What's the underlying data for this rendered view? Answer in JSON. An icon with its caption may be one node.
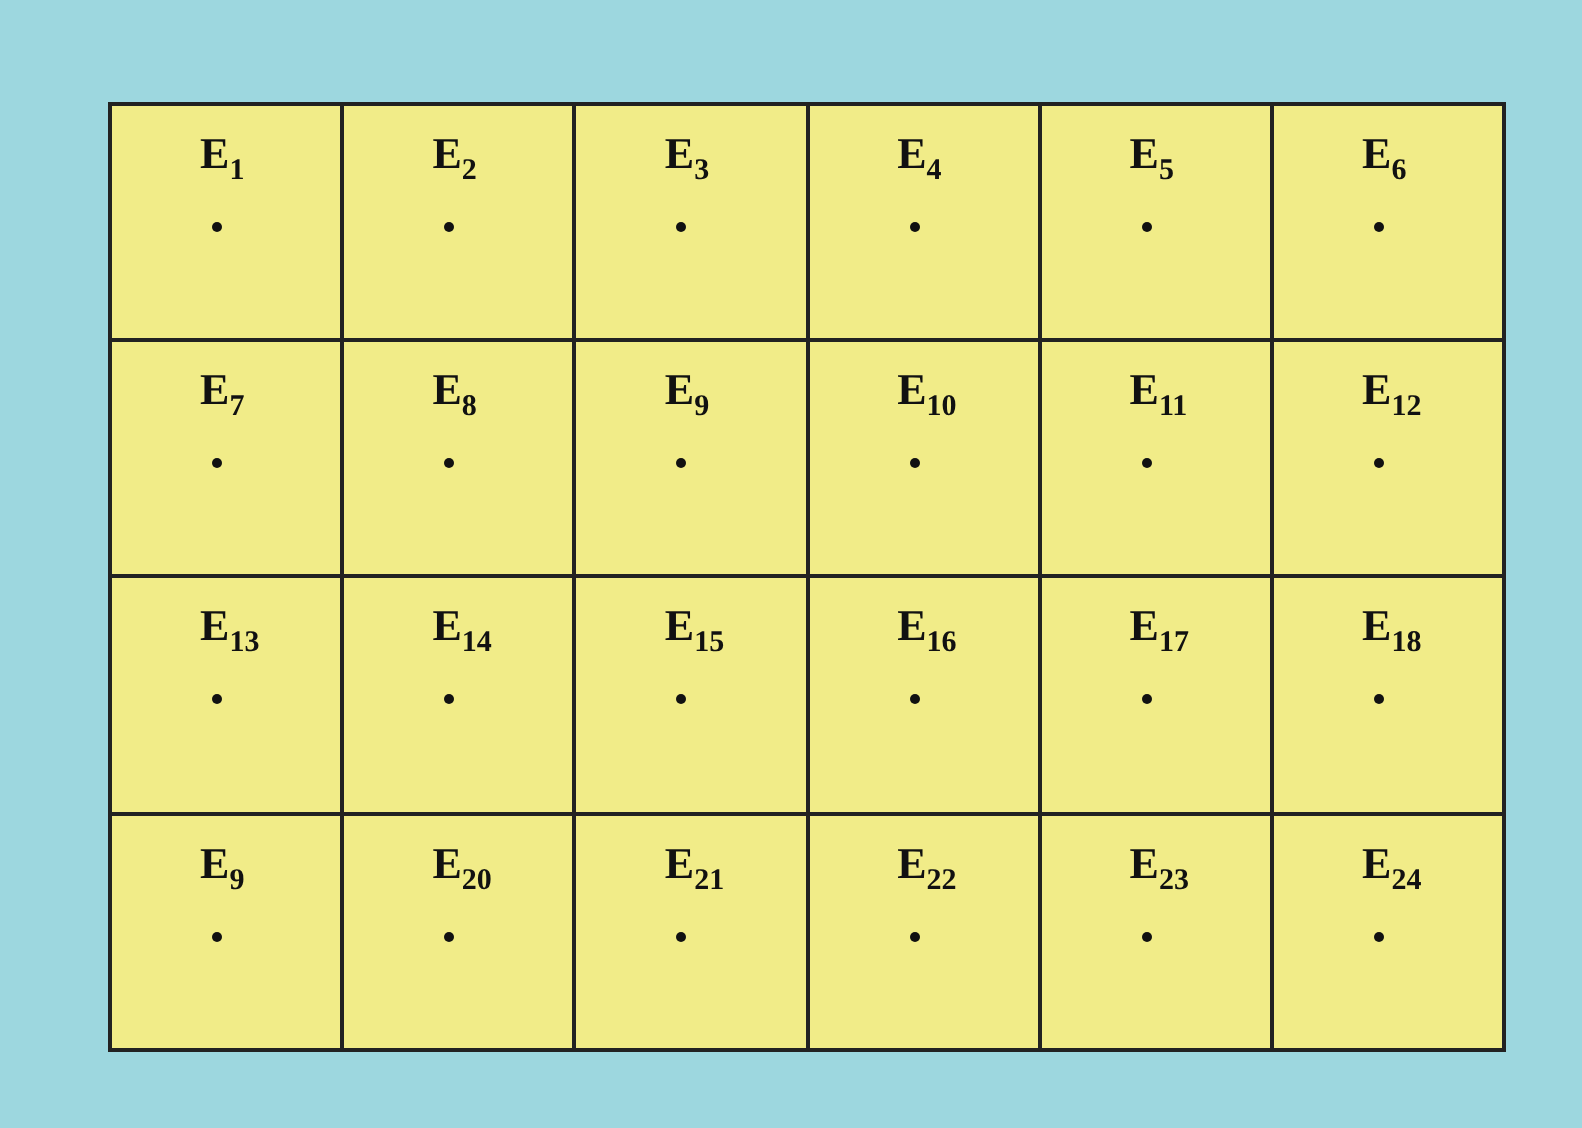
{
  "diagram": {
    "nodes": [
      {
        "text": [
          "E$_{1}$"
        ]
      },
      {
        "text": [
          "E$_{2}$"
        ]
      },
      {
        "text": [
          "E$_{3}$"
        ]
      },
      {
        "text": [
          "E$_{4}$"
        ]
      },
      {
        "text": [
          "E$_{5}$"
        ]
      },
      {
        "text": [
          "E$_{6}$"
        ]
      },
      {
        "text": [
          "E$_{7}$"
        ]
      },
      {
        "text": [
          "E$_{8}$"
        ]
      },
      {
        "text": [
          "E$_{9}$"
        ]
      },
      {
        "text": [
          "E$_{10}$"
        ]
      },
      {
        "text": [
          "E$_{11}$"
        ]
      },
      {
        "text": [
          "E$_{12}$"
        ]
      },
      {
        "text": [
          "E$_{13}$"
        ]
      },
      {
        "text": [
          "E$_{14}$"
        ]
      },
      {
        "text": [
          "E$_{15}$"
        ]
      },
      {
        "text": [
          "E$_{16}$"
        ]
      },
      {
        "text": [
          "E$_{17}$"
        ]
      },
      {
        "text": [
          "E$_{18}$"
        ]
      },
      {
        "text": [
          "E$_{9}$"
        ]
      },
      {
        "text": [
          "E$_{20}$"
        ]
      },
      {
        "text": [
          "E$_{21}$"
        ]
      },
      {
        "text": [
          "E$_{22}$"
        ]
      },
      {
        "text": [
          "E$_{23}$"
        ]
      },
      {
        "text": [
          "E$_{24}$"
        ]
      }
    ]
  }
}
